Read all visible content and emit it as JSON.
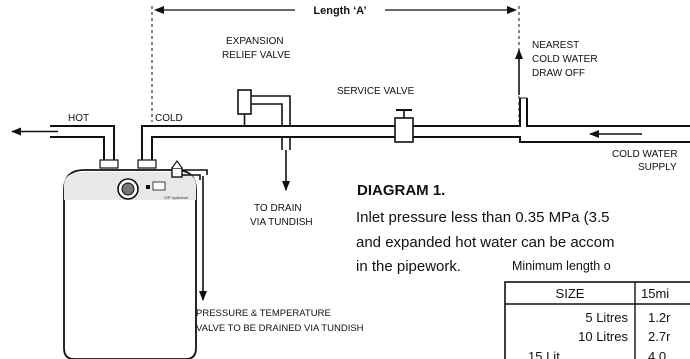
{
  "dimension": {
    "label": "Length ‘A’"
  },
  "labels": {
    "hot": "HOT",
    "cold": "COLD",
    "expansion_relief_valve": [
      "EXPANSION",
      "RELIEF VALVE"
    ],
    "service_valve": "SERVICE VALVE",
    "nearest_cold_draw_off": [
      "NEAREST",
      "COLD WATER",
      "DRAW OFF"
    ],
    "cold_water_supply": [
      "COLD  WATER",
      "SUPPLY"
    ],
    "to_drain": [
      "TO DRAIN",
      "VIA TUNDISH"
    ],
    "ptr_valve": [
      "PRESSURE & TEMPERATURE",
      "VALVE TO BE  DRAINED VIA TUNDISH"
    ]
  },
  "heater": {
    "brand_text": "ZIP hydroboil"
  },
  "diagram_title": "DIAGRAM 1.",
  "paragraph": [
    "Inlet pressure less than 0.35 MPa (3.5",
    "and expanded hot water can be accom",
    "in the pipework."
  ],
  "table": {
    "caption": "Minimum length o",
    "headers": [
      "SIZE",
      "15mi"
    ],
    "rows": [
      [
        "5 Litres",
        "1.2r"
      ],
      [
        "10 Litres",
        "2.7r"
      ],
      [
        "15 Lit",
        "4.0"
      ]
    ]
  }
}
